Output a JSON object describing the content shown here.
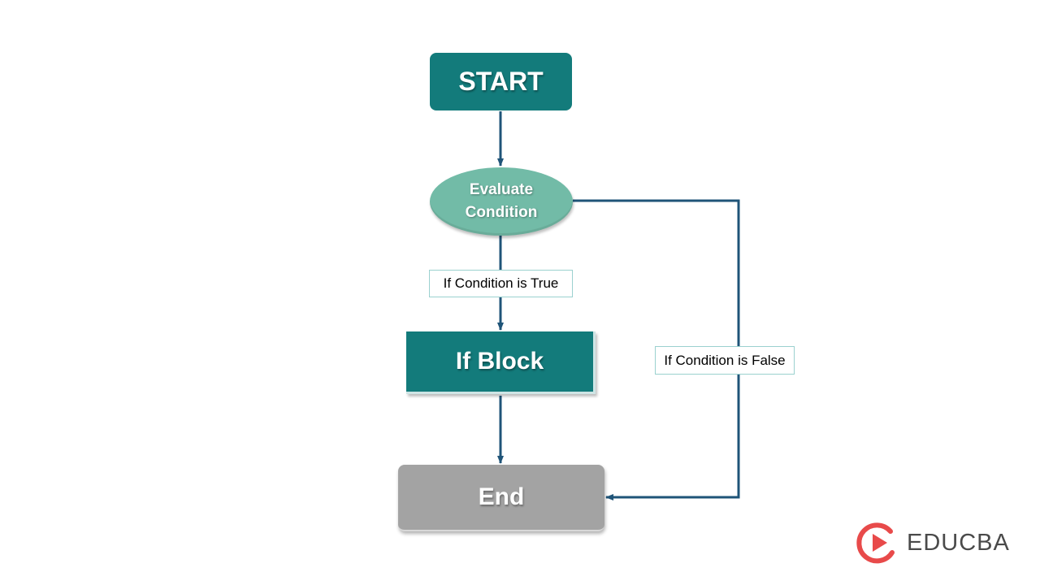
{
  "diagram": {
    "nodes": {
      "start": "START",
      "evaluate_line1": "Evaluate",
      "evaluate_line2": "Condition",
      "if_block": "If Block",
      "end": "End"
    },
    "edge_labels": {
      "true_branch": "If Condition is True",
      "false_branch": "If Condition is False"
    },
    "colors": {
      "primary_teal": "#137b7b",
      "condition_green": "#72bba7",
      "end_gray": "#a3a3a3",
      "connector_blue": "#1f5478"
    }
  },
  "brand": {
    "name": "EDUCBA",
    "logo_icon": "educba-play-logo-icon",
    "logo_color": "#e84a4a"
  }
}
